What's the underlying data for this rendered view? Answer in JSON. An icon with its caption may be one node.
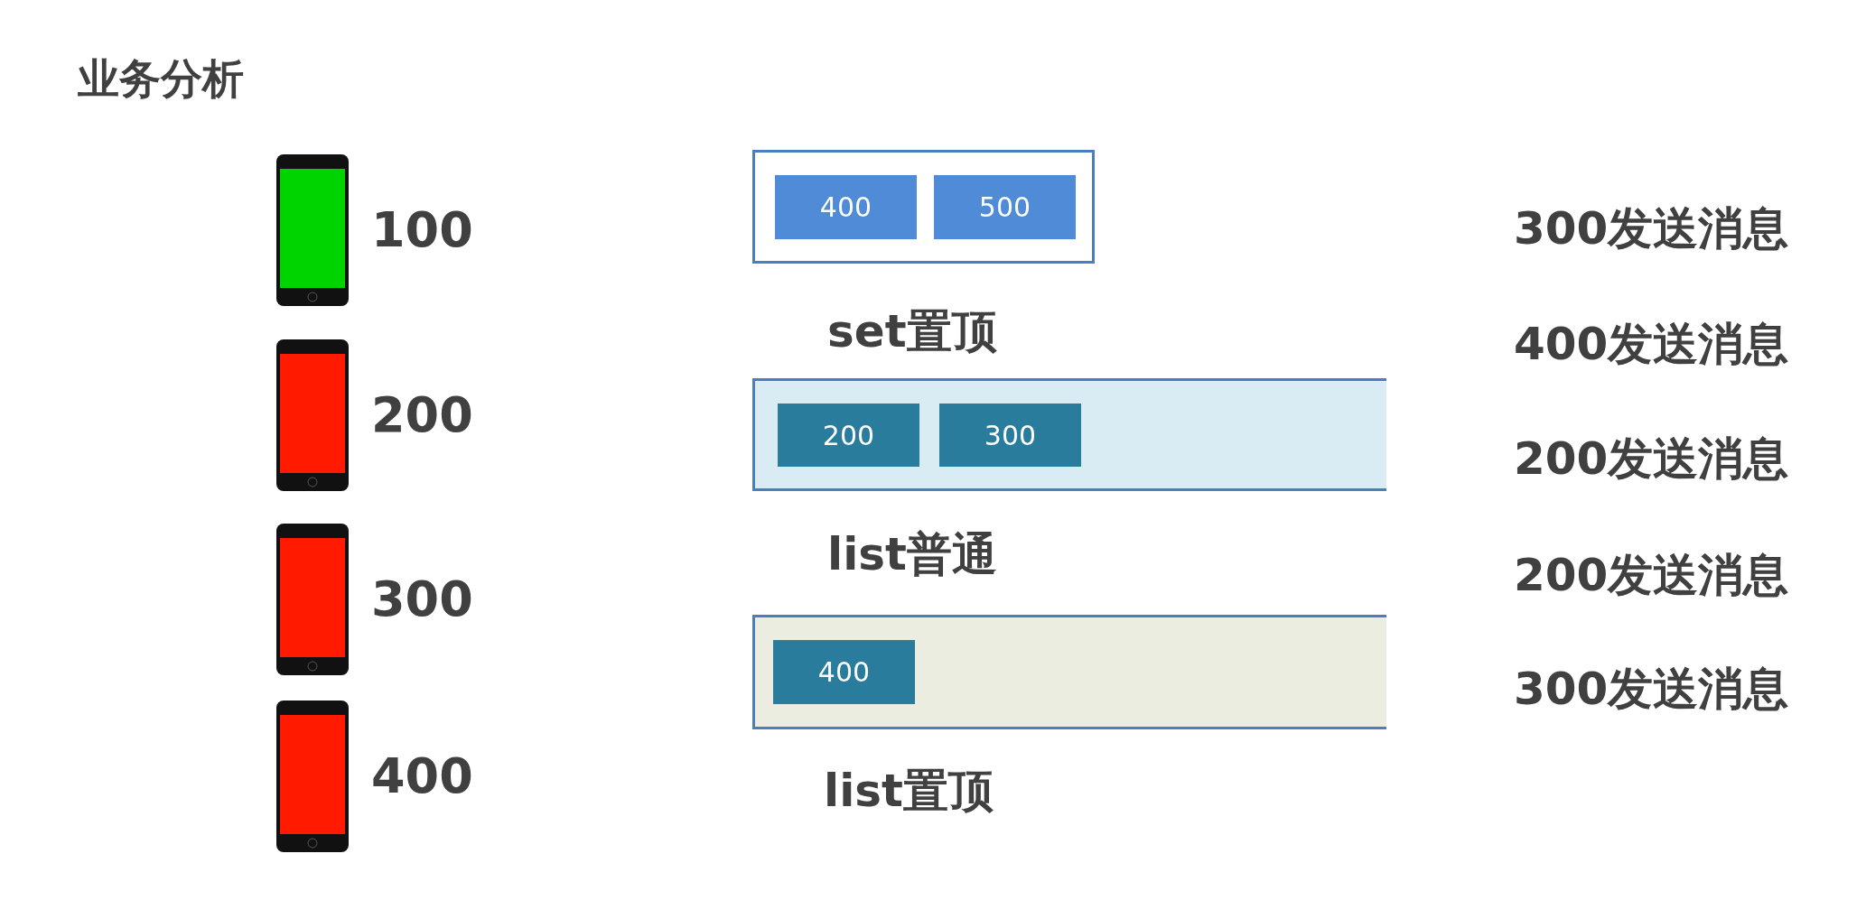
{
  "diagram": {
    "title": "业务分析",
    "nodes": [
      {
        "text": [],
        "shape": "picture",
        "beside": [
          "100"
        ]
      },
      {
        "text": [],
        "shape": "picture",
        "beside": [
          "200"
        ]
      },
      {
        "text": [],
        "shape": "picture",
        "beside": [
          "300"
        ]
      },
      {
        "text": [],
        "shape": "picture",
        "beside": [
          "400"
        ]
      },
      {
        "text": [
          "set置顶"
        ]
      },
      {
        "text": [
          "400"
        ],
        "in": 4
      },
      {
        "text": [
          "500"
        ],
        "in": 4
      },
      {
        "text": [
          "list普通"
        ]
      },
      {
        "text": [
          "200"
        ],
        "in": 7
      },
      {
        "text": [
          "300"
        ],
        "in": 7
      },
      {
        "text": [
          "list置顶"
        ]
      },
      {
        "text": [
          "400"
        ],
        "in": 10
      }
    ],
    "labels": [
      "300发送消息",
      "400发送消息",
      "200发送消息",
      "200发送消息",
      "300发送消息"
    ]
  }
}
